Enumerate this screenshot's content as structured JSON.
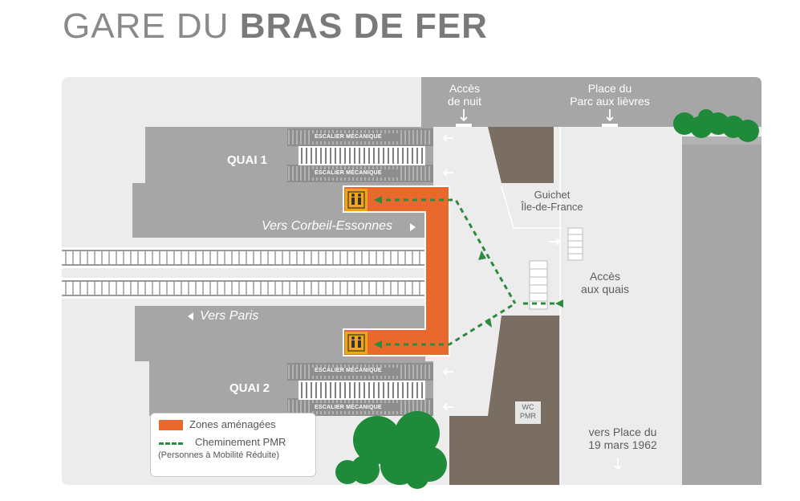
{
  "title": {
    "light": "GARE DU ",
    "bold": "BRAS DE FER"
  },
  "quais": {
    "q1": "QUAI 1",
    "q2": "QUAI 2"
  },
  "escalator_label": "ESCALIER MÉCANIQUE",
  "directions": {
    "corbeil": "Vers Corbeil-Essonnes",
    "paris": "Vers Paris"
  },
  "places": {
    "acces_nuit_l1": "Accès",
    "acces_nuit_l2": "de nuit",
    "parc_l1": "Place du",
    "parc_l2": "Parc aux lièvres",
    "guichet_l1": "Guichet",
    "guichet_l2": "Île-de-France",
    "acces_quais_l1": "Accès",
    "acces_quais_l2": "aux quais",
    "wc_l1": "WC",
    "wc_l2": "PMR",
    "mars_l1": "vers Place du",
    "mars_l2": "19 mars 1962"
  },
  "legend": {
    "zones": "Zones aménagées",
    "cheminement": "Cheminement PMR",
    "pmr_detail": "(Personnes à Mobilité Réduite)"
  },
  "colors": {
    "zones": "#e8692b",
    "pmr_path": "#2e8a3e",
    "platform": "#a6a6a7",
    "building": "#7a6e62",
    "trees": "#1f8a3a",
    "lift": "#f2a516"
  },
  "icons": [
    "elevator-icon",
    "arrow-left-icon",
    "arrow-right-icon",
    "arrow-down-icon",
    "tree-icon"
  ]
}
